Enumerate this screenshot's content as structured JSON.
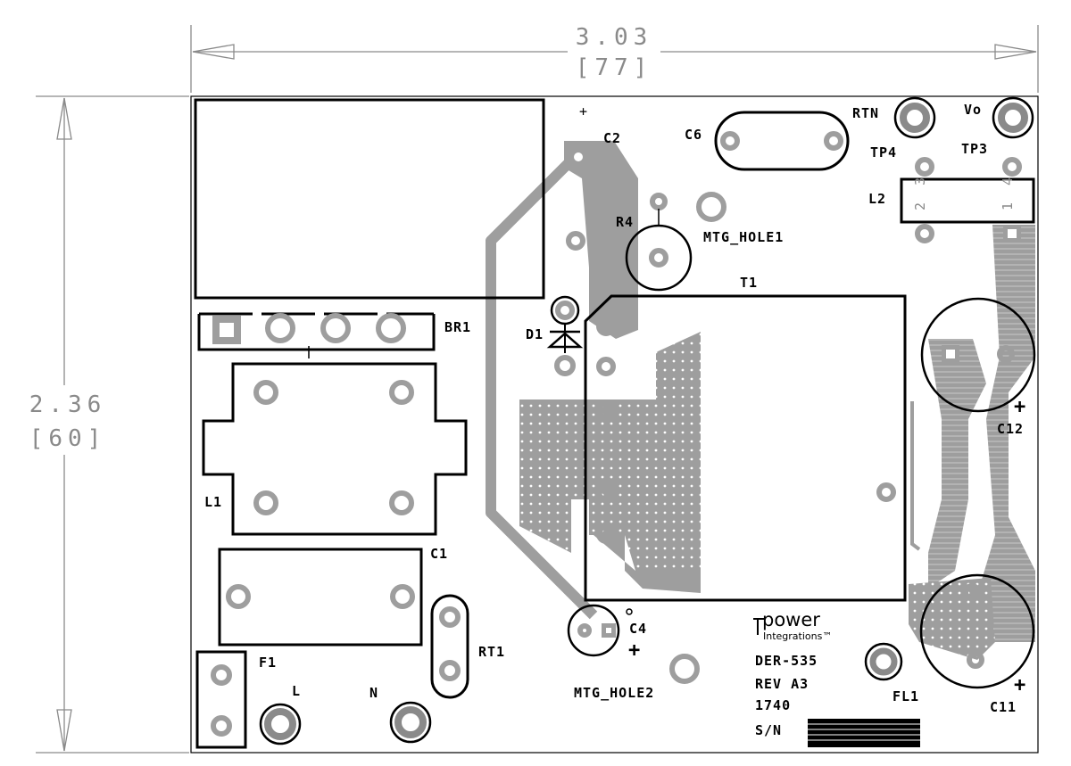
{
  "dimensions": {
    "width_in": "3.03",
    "width_mm": "[77]",
    "height_in": "2.36",
    "height_mm": "[60]"
  },
  "components": {
    "c1": "C1",
    "c2": "C2",
    "c4": "C4",
    "c6": "C6",
    "c11": "C11",
    "c12": "C12",
    "d1": "D1",
    "r4": "R4",
    "t1": "T1",
    "br1": "BR1",
    "l1": "L1",
    "l2": "L2",
    "f1": "F1",
    "rt1": "RT1",
    "fl1": "FL1",
    "tp3": "TP3",
    "tp4": "TP4",
    "rtn": "RTN",
    "vo": "Vo",
    "l": "L",
    "n": "N",
    "mtg_hole1": "MTG_HOLE1",
    "mtg_hole2": "MTG_HOLE2"
  },
  "l2_pins": [
    "3",
    "2",
    "4",
    "1"
  ],
  "polarity": {
    "plus": "+"
  },
  "board_info": {
    "logo_main": "power",
    "logo_sub": "Integrations™",
    "design": "DER-535",
    "revision": "REV A3",
    "date_code": "1740",
    "serial_label": "S/N"
  },
  "colors": {
    "silkscreen": "#000000",
    "copper": "#9e9e9e",
    "dimension": "#8a8a8a"
  }
}
